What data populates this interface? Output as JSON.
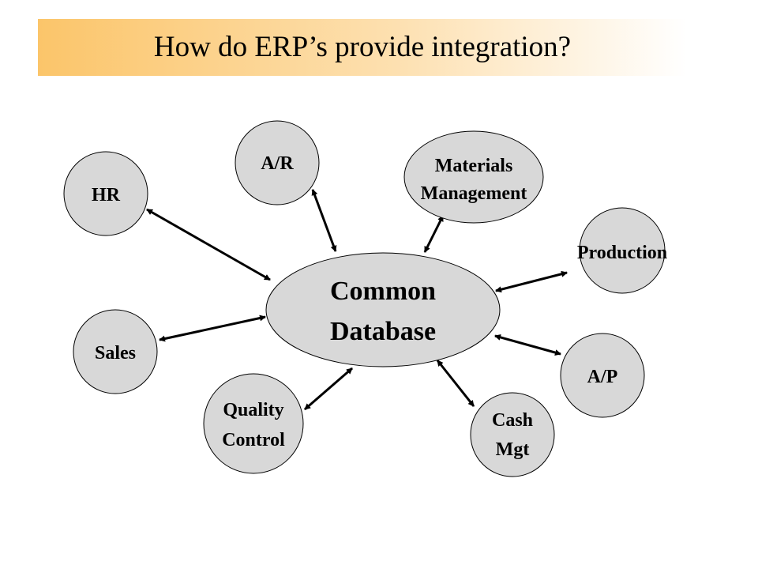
{
  "title": "How do ERP’s provide integration?",
  "center": {
    "lines": [
      "Common",
      "Database"
    ]
  },
  "modules": [
    {
      "id": "hr",
      "lines": [
        "HR"
      ]
    },
    {
      "id": "ar",
      "lines": [
        "A/R"
      ]
    },
    {
      "id": "materials",
      "lines": [
        "Materials",
        "Management"
      ]
    },
    {
      "id": "production",
      "lines": [
        "Production"
      ]
    },
    {
      "id": "ap",
      "lines": [
        "A/P"
      ]
    },
    {
      "id": "cash",
      "lines": [
        "Cash",
        "Mgt"
      ]
    },
    {
      "id": "quality",
      "lines": [
        "Quality",
        "Control"
      ]
    },
    {
      "id": "sales",
      "lines": [
        "Sales"
      ]
    }
  ],
  "colors": {
    "node_fill": "#d8d8d8",
    "title_gradient_start": "#fbc56a"
  }
}
